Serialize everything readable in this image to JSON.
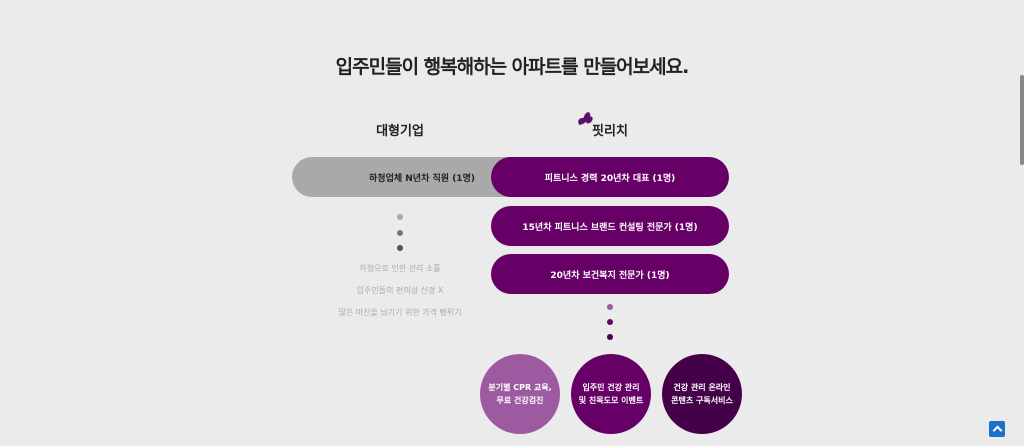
{
  "title": "입주민들이 행복해하는 아파트를 만들어보세요.",
  "left": {
    "heading": "대형기업",
    "pill": "하청업체 N년차 직원 (1명)",
    "notes": [
      "하청으로 인한 관리 소홀",
      "입주민들의 편의성 신경 X",
      "많은 마진을 남기기 위한 가격 뻥튀기"
    ]
  },
  "right": {
    "heading": "핏리치",
    "pills": [
      "피트니스 경력 20년차 대표 (1명)",
      "15년차 피트니스 브랜드 컨설팅 전문가 (1명)",
      "20년차 보건복지 전문가 (1명)"
    ],
    "circles": [
      "분기별 CPR 교육,\n무료 건강검진",
      "입주민 건강 관리\n및 친목도모 이벤트",
      "건강 관리 온라인\n콘텐츠 구독서비스"
    ]
  },
  "colors": {
    "brand": "#660066",
    "circle1": "#9e5aa0",
    "circle2": "#660066",
    "circle3": "#45004a"
  }
}
